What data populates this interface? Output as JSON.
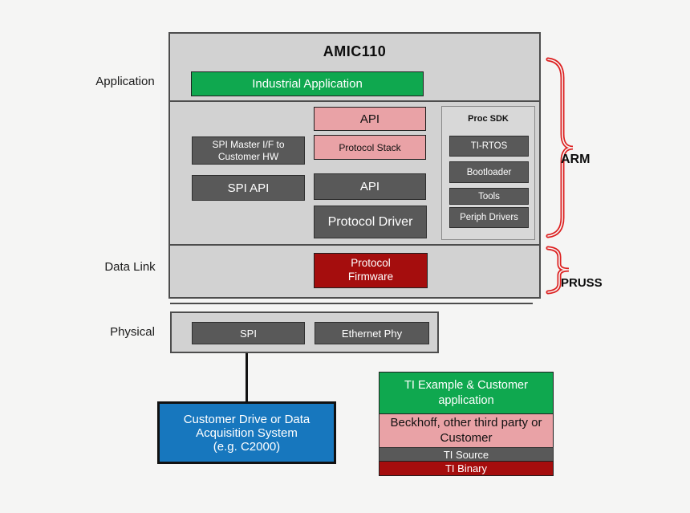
{
  "diagram_title": "AMIC110",
  "colors": {
    "background": "#f5f5f4",
    "panel_gray": "#d2d2d2",
    "block_green": "#0fa84f",
    "block_pink": "#e9a2a6",
    "block_dark_gray": "#595959",
    "block_dark_red": "#a50d0d",
    "block_blue": "#1777be",
    "brace_red": "#dd1f1f"
  },
  "layers": {
    "application": "Application",
    "data_link": "Data Link",
    "physical": "Physical"
  },
  "main": {
    "title": "AMIC110",
    "industrial_app": "Industrial Application",
    "api_upper": "API",
    "protocol_stack": "Protocol Stack",
    "spi_master": "SPI Master I/F to Customer HW",
    "spi_api": "SPI API",
    "api_lower": "API",
    "protocol_driver": "Protocol Driver",
    "protocol_firmware": "Protocol Firmware",
    "proc_sdk": {
      "title": "Proc SDK",
      "items": [
        "TI-RTOS",
        "Bootloader",
        "Tools",
        "Periph Drivers"
      ]
    }
  },
  "physical_row": {
    "spi": "SPI",
    "ethernet_phy": "Ethernet Phy"
  },
  "annotations": {
    "arm": "ARM",
    "pruss": "PRUSS"
  },
  "external": {
    "lines": [
      "Customer Drive or Data",
      "Acquisition System",
      "(e.g. C2000)"
    ]
  },
  "legend": [
    {
      "label": "TI Example & Customer application",
      "type": "green"
    },
    {
      "label": "Beckhoff, other third party or Customer",
      "type": "pink"
    },
    {
      "label": "TI Source",
      "type": "gray"
    },
    {
      "label": "TI Binary",
      "type": "red"
    }
  ]
}
